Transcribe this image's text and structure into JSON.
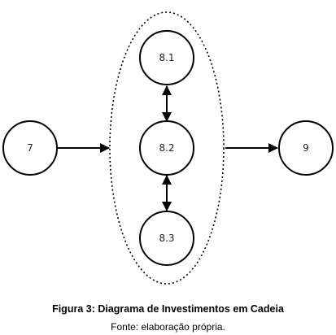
{
  "diagram": {
    "nodes": {
      "n7": "7",
      "n81": "8.1",
      "n82": "8.2",
      "n83": "8.3",
      "n9": "9"
    },
    "edges": [
      {
        "from": "7",
        "to": "group 8",
        "type": "directed"
      },
      {
        "from": "8.1",
        "to": "8.2",
        "type": "bidirectional"
      },
      {
        "from": "8.2",
        "to": "8.3",
        "type": "bidirectional"
      },
      {
        "from": "group 8",
        "to": "9",
        "type": "directed"
      }
    ],
    "group": {
      "members": [
        "8.1",
        "8.2",
        "8.3"
      ],
      "style": "dotted-ellipse"
    }
  },
  "caption": {
    "title": "Figura 3: Diagrama de Investimentos em Cadeia",
    "source": "Fonte: elaboração própria."
  }
}
